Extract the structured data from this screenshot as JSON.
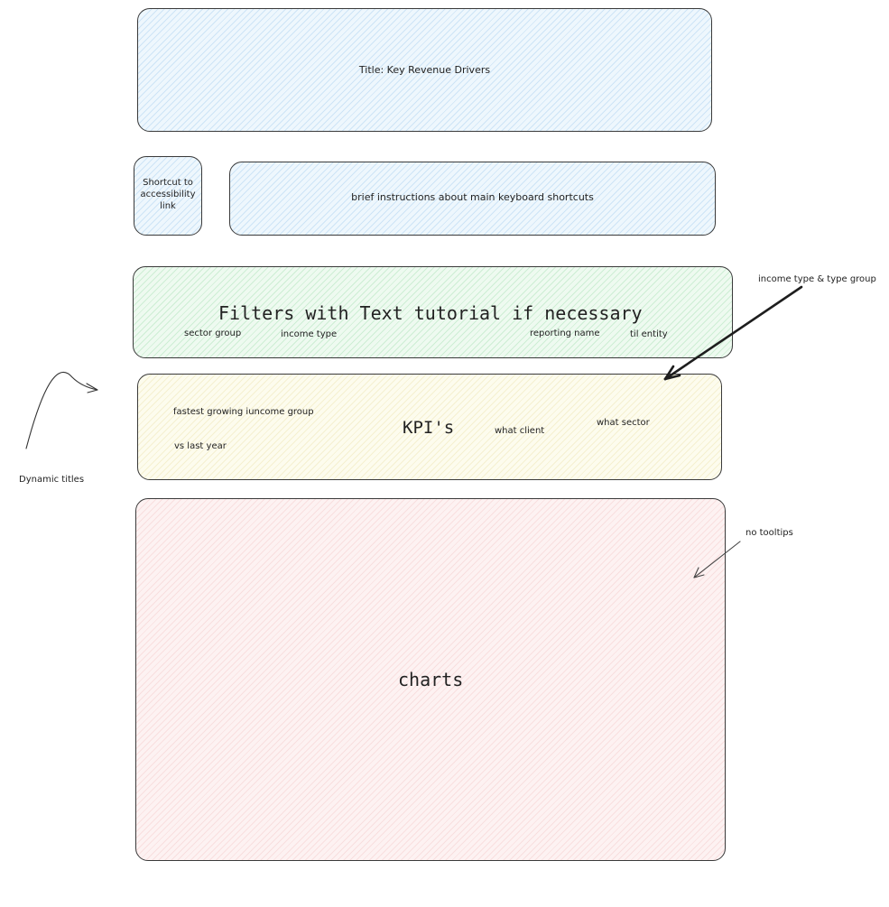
{
  "title_box": {
    "text": "Title: Key Revenue Drivers"
  },
  "accessibility_box": {
    "text": "Shortcut to\naccessibility\nlink"
  },
  "instructions_box": {
    "text": "brief instructions about main keyboard shortcuts"
  },
  "filters_box": {
    "heading": "Filters with Text tutorial if necessary",
    "filters": [
      "sector group",
      "income type",
      "reporting name",
      "til entity"
    ]
  },
  "kpi_box": {
    "heading": "KPI's",
    "items": [
      "fastest growing iuncome group",
      "vs last year",
      "what client",
      "what sector"
    ]
  },
  "charts_box": {
    "heading": "charts"
  },
  "annotations": {
    "income_type_group": "income type & type group",
    "dynamic_titles": "Dynamic titles",
    "no_tooltips": "no tooltips"
  },
  "colors": {
    "blue_fill": "#e7f5ff",
    "green_fill": "#ebfbee",
    "yellow_fill": "#fff9db",
    "red_fill": "#fff0f0",
    "stroke": "#1e1e1e"
  }
}
